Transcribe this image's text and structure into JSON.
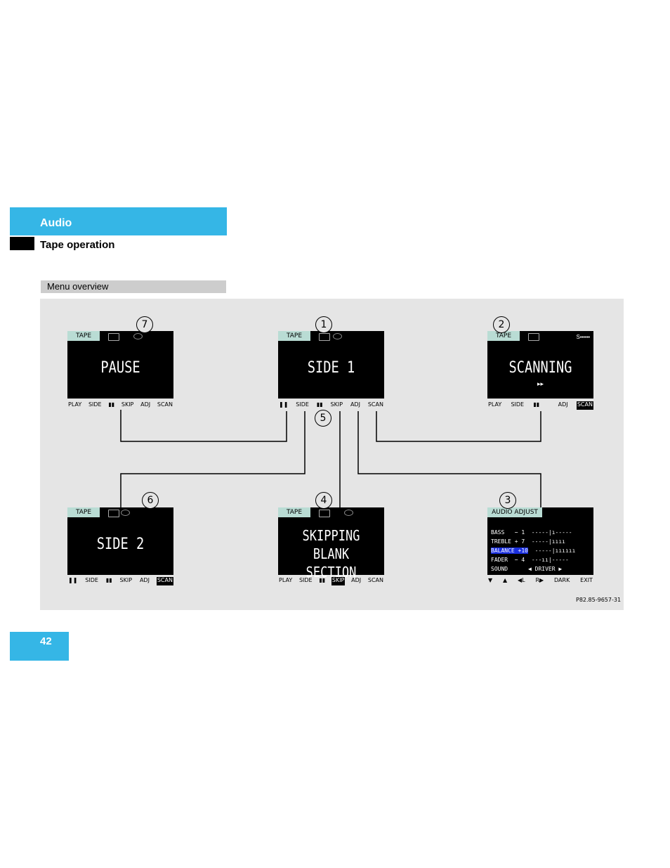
{
  "header": {
    "section": "Audio",
    "subsection": "Tape operation"
  },
  "menu_label": "Menu overview",
  "page_number": "42",
  "figure_code": "P82.85-9657-31",
  "screens": {
    "pause": {
      "callout": "7",
      "tab": "TAPE",
      "text": "PAUSE",
      "keys": [
        "PLAY",
        "SIDE",
        "▮▮",
        "SKIP",
        "ADJ",
        "SCAN"
      ]
    },
    "side1": {
      "callout": "1",
      "tab": "TAPE",
      "text": "SIDE 1",
      "keys": [
        "❚❚",
        "SIDE",
        "▮▮",
        "SKIP",
        "ADJ",
        "SCAN"
      ]
    },
    "scanning": {
      "callout": "2",
      "tab": "TAPE",
      "text": "SCANNING",
      "arrows": "▸▸",
      "signal": "S▪▪▪▪▪",
      "keys": [
        "PLAY",
        "SIDE",
        "▮▮",
        "",
        "ADJ",
        "SCAN"
      ]
    },
    "side2": {
      "callout": "6",
      "tab": "TAPE",
      "text": "SIDE 2",
      "keys": [
        "❚❚",
        "SIDE",
        "▮▮",
        "SKIP",
        "ADJ",
        "SCAN"
      ]
    },
    "skipping": {
      "callout": "4",
      "tab": "TAPE",
      "line1": "SKIPPING",
      "line2": "BLANK SECTION",
      "keys": [
        "PLAY",
        "SIDE",
        "▮▮",
        "SKIP",
        "ADJ",
        "SCAN"
      ]
    },
    "audio_adjust": {
      "callout": "3",
      "tab": "AUDIO ADJUST",
      "rows": [
        {
          "label": "BASS",
          "value": "− 1"
        },
        {
          "label": "TREBLE",
          "value": "+ 7"
        },
        {
          "label": "BALANCE",
          "value": "+10"
        },
        {
          "label": "FADER",
          "value": "− 4"
        }
      ],
      "sound_label": "SOUND",
      "sound_value": "◀ DRIVER ▶",
      "keys": [
        "▼",
        "▲",
        "◀L",
        "R▶",
        "DARK",
        "EXIT"
      ]
    },
    "callout5": "5"
  }
}
